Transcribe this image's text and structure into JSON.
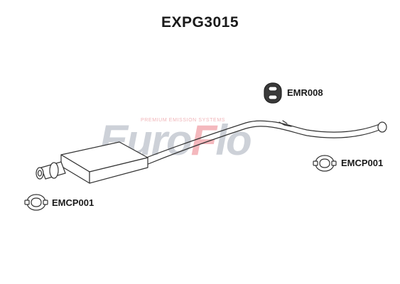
{
  "title": "EXPG3015",
  "watermark": {
    "brand_main": "Euro",
    "brand_accent": "F",
    "brand_end": "lo",
    "tagline": "PREMIUM EMISSION SYSTEMS",
    "colors": {
      "brand": "#cdd1d8",
      "accent": "#f4b8bd"
    }
  },
  "parts": [
    {
      "code": "EMR008",
      "icon": "rubber-mount-icon"
    },
    {
      "code": "EMCP001",
      "icon": "clamp-icon"
    },
    {
      "code": "EMCP001",
      "icon": "clamp-icon"
    }
  ],
  "colors": {
    "line": "#333333",
    "fill": "#ffffff",
    "text": "#1a1a1a"
  }
}
